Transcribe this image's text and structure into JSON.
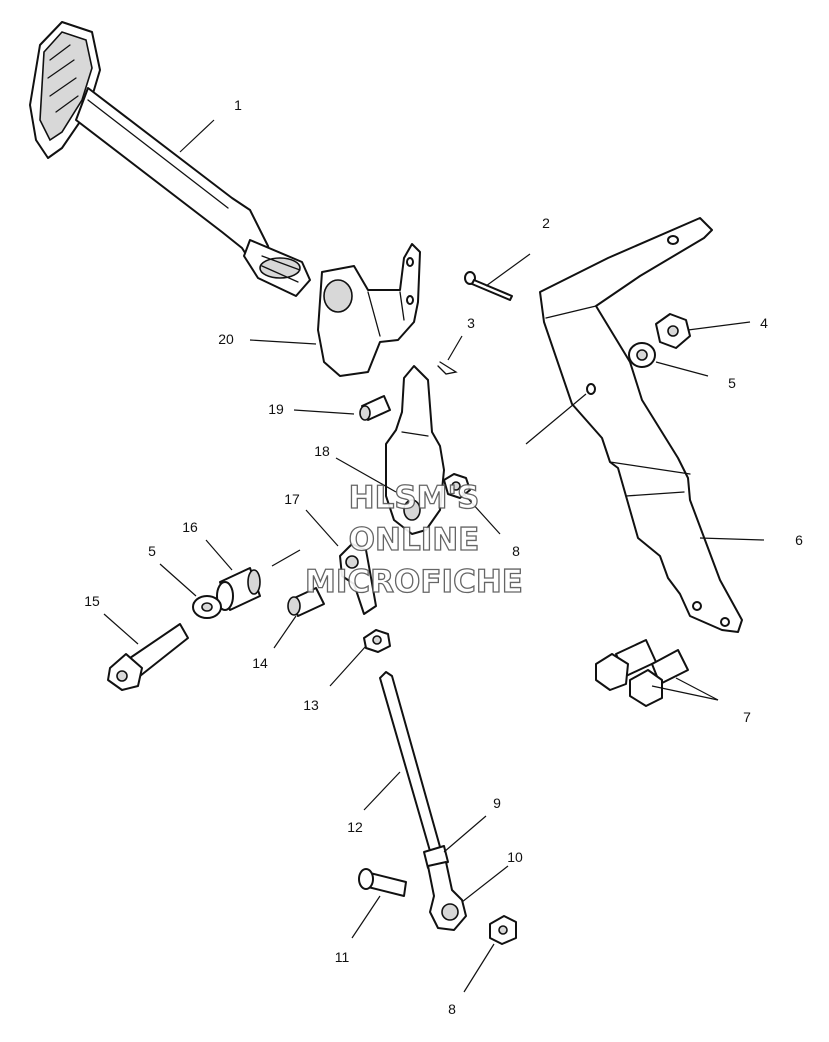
{
  "watermark": {
    "line1": "HLSM'S",
    "line2": "ONLINE",
    "line3": "MICROFICHE"
  },
  "callouts": [
    {
      "id": "c1",
      "text": "1"
    },
    {
      "id": "c2",
      "text": "2"
    },
    {
      "id": "c3",
      "text": "3"
    },
    {
      "id": "c4",
      "text": "4"
    },
    {
      "id": "c5a",
      "text": "5"
    },
    {
      "id": "c5b",
      "text": "5"
    },
    {
      "id": "c6",
      "text": "6"
    },
    {
      "id": "c7",
      "text": "7"
    },
    {
      "id": "c8a",
      "text": "8"
    },
    {
      "id": "c8b",
      "text": "8"
    },
    {
      "id": "c9",
      "text": "9"
    },
    {
      "id": "c10",
      "text": "10"
    },
    {
      "id": "c11",
      "text": "11"
    },
    {
      "id": "c12",
      "text": "12"
    },
    {
      "id": "c13",
      "text": "13"
    },
    {
      "id": "c14",
      "text": "14"
    },
    {
      "id": "c15",
      "text": "15"
    },
    {
      "id": "c16",
      "text": "16"
    },
    {
      "id": "c17",
      "text": "17"
    },
    {
      "id": "c18",
      "text": "18"
    },
    {
      "id": "c19",
      "text": "19"
    },
    {
      "id": "c20",
      "text": "20"
    }
  ]
}
